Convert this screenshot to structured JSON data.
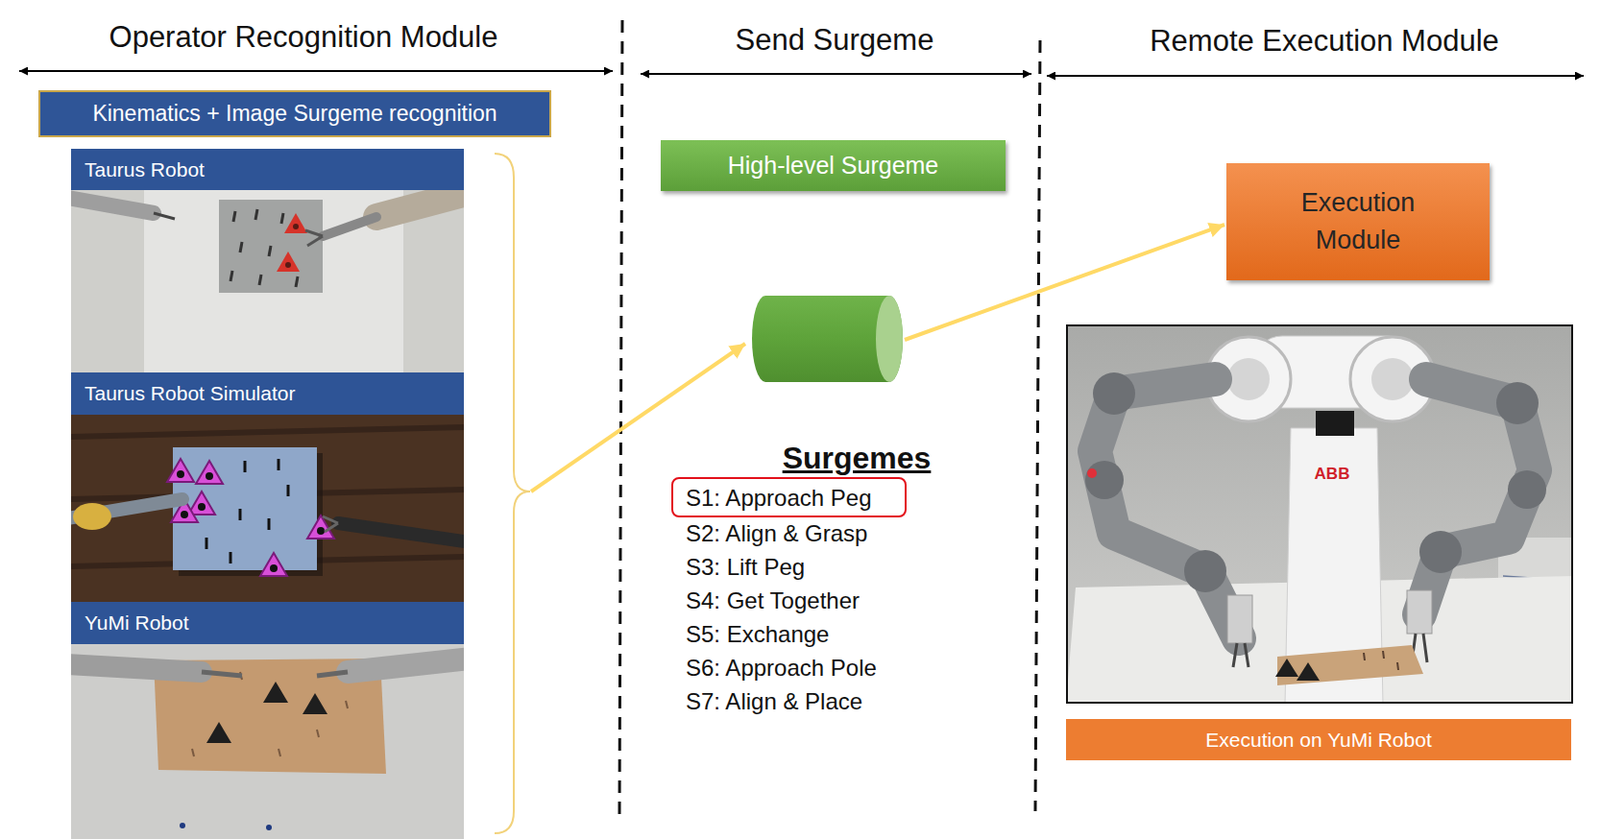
{
  "diagram": {
    "nodes": [
      {
        "text": [
          "Kinematics + Image Surgeme recognition"
        ]
      },
      {
        "text": [
          "Taurus Robot"
        ]
      },
      {
        "text": [
          "Taurus Robot Simulator"
        ]
      },
      {
        "text": [
          "YuMi Robot"
        ]
      },
      {
        "text": [
          "High-level Surgeme"
        ]
      },
      {
        "text": [
          "S1: Approach Peg"
        ]
      },
      {
        "text": [
          "Execution Module"
        ]
      },
      {
        "text": [
          "Execution on YuMi Robot"
        ]
      }
    ],
    "labels": [
      "Operator Recognition Module",
      "Send Surgeme",
      "Remote Execution Module",
      "Surgemes",
      "S2: Align & Grasp",
      "S3: Lift Peg",
      "S4: Get Together",
      "S5: Exchange",
      "S6: Approach Pole",
      "S7: Align & Place",
      "ABB"
    ]
  }
}
